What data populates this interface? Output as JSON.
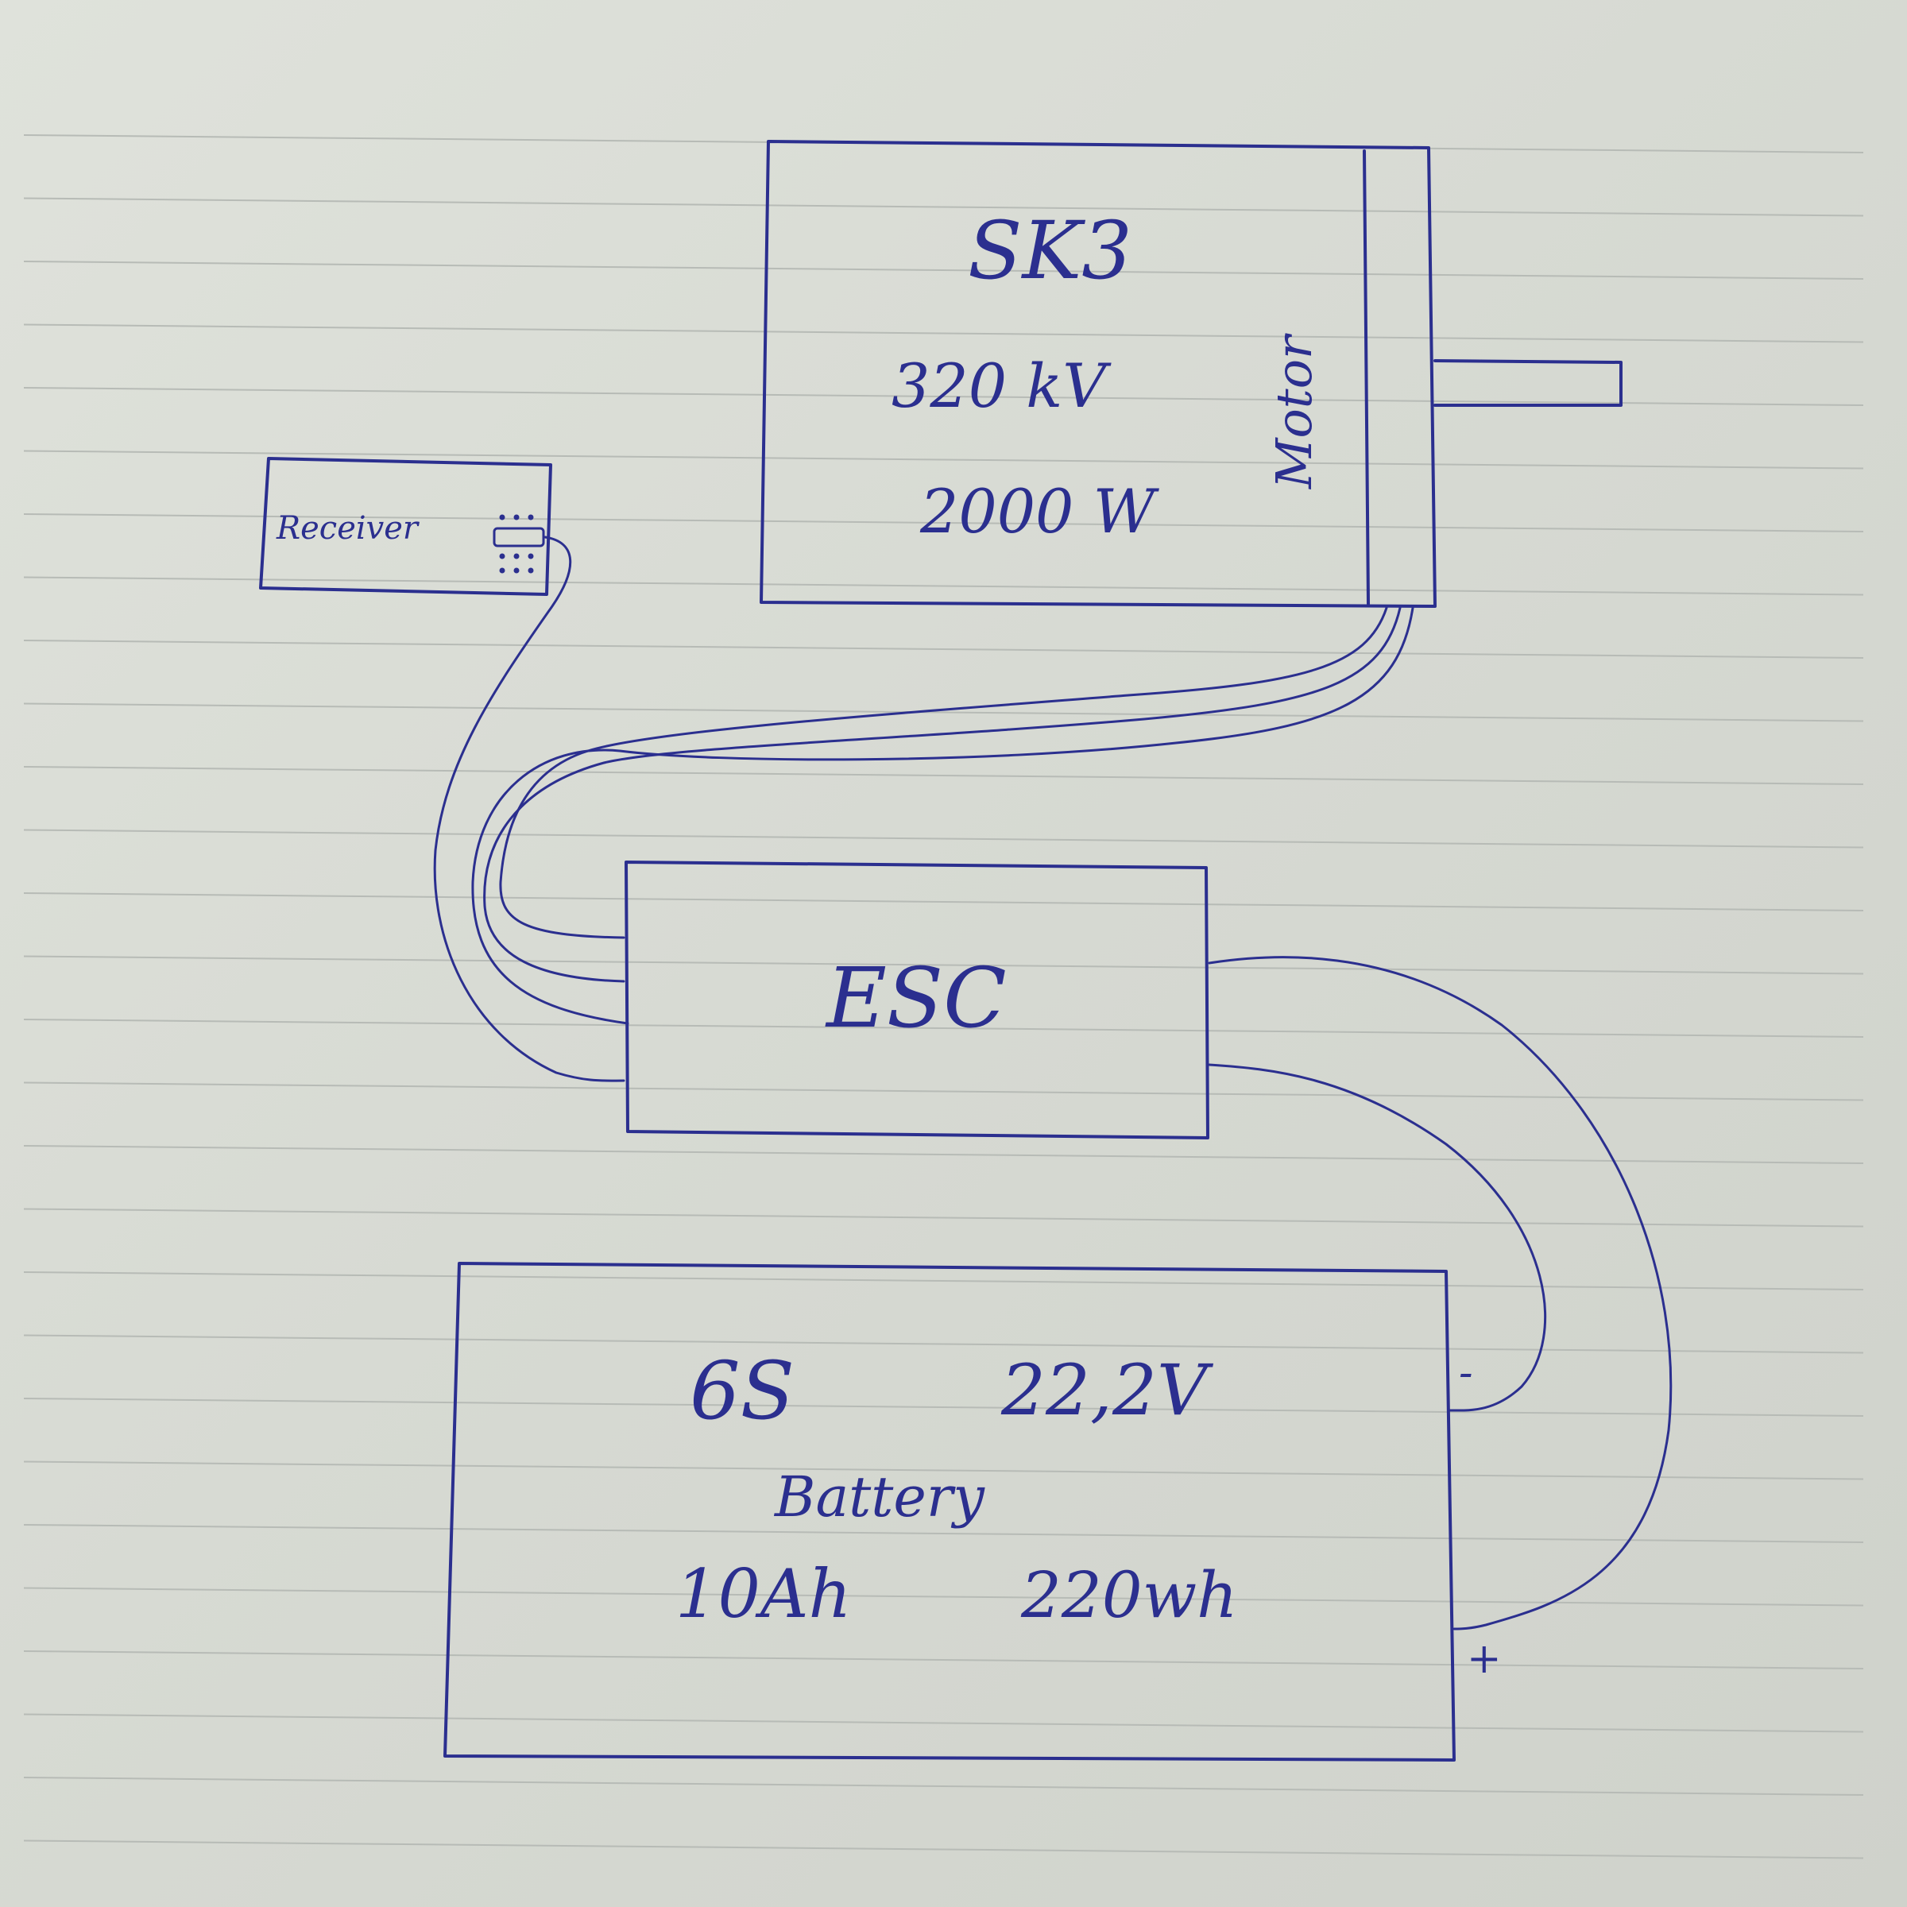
{
  "motor": {
    "model": "SK3",
    "kv": "320 kV",
    "power": "2000 W",
    "label": "Motor"
  },
  "receiver": {
    "label": "Receiver"
  },
  "esc": {
    "label": "ESC"
  },
  "battery": {
    "cells": "6S",
    "voltage": "22,2V",
    "label": "Battery",
    "capacity": "10Ah",
    "energy": "220wh",
    "minus": "-",
    "plus": "+"
  },
  "colors": {
    "ink": "#2b2f8f",
    "paper": "#dcdfd8",
    "rule": "#b7bbb6"
  }
}
